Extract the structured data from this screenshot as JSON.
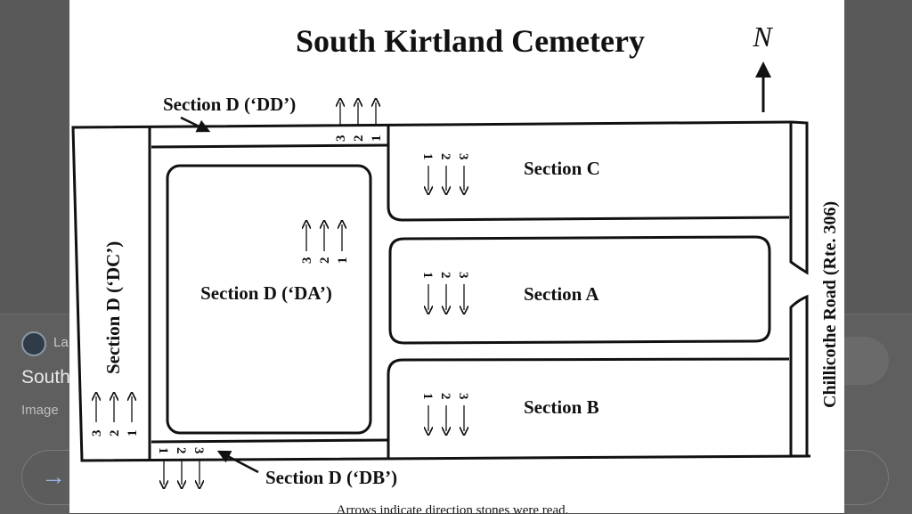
{
  "background_results": {
    "site_name": "La",
    "result_title": "South",
    "result_subtitle": "Image",
    "visit_icon": "arrow-right-icon"
  },
  "map": {
    "title": "South Kirtland Cemetery",
    "north_label": "N",
    "road_label": "Chillicothe Road (Rte. 306)",
    "caption": "Arrows indicate direction stones were read.",
    "sections": {
      "dd": "Section D (‘DD’)",
      "dc": "Section D (‘DC’)",
      "da": "Section D (‘DA’)",
      "db": "Section D (‘DB’)",
      "c": "Section C",
      "a": "Section A",
      "b": "Section B"
    },
    "row_numbers": [
      "1",
      "2",
      "3"
    ]
  }
}
